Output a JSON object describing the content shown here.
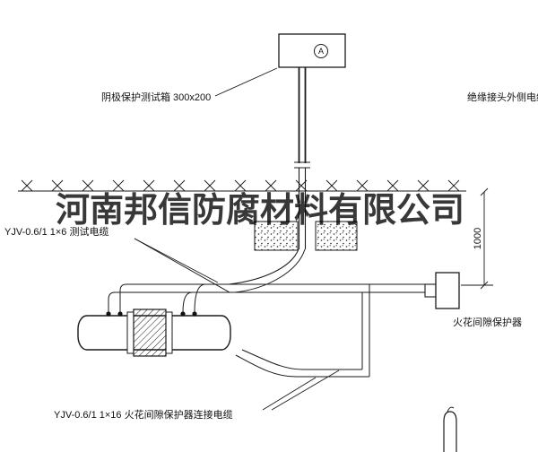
{
  "watermark": {
    "text": "河南邦信防腐材料有限公司"
  },
  "labels": {
    "test_box": "阴极保护测试箱 300x200",
    "ammeter": "A",
    "insulated_joint_cable": "绝缘接头外侧电缆",
    "test_cable": "YJV-0.6/1 1×6  测试电缆",
    "spark_gap": "火花间隙保护器",
    "spark_gap_cable": "YJV-0.6/1 1×16  火花间隙保护器连接电缆",
    "dimension": "1000"
  },
  "colors": {
    "line": "#1a1a1a",
    "background": "#ffffff"
  }
}
